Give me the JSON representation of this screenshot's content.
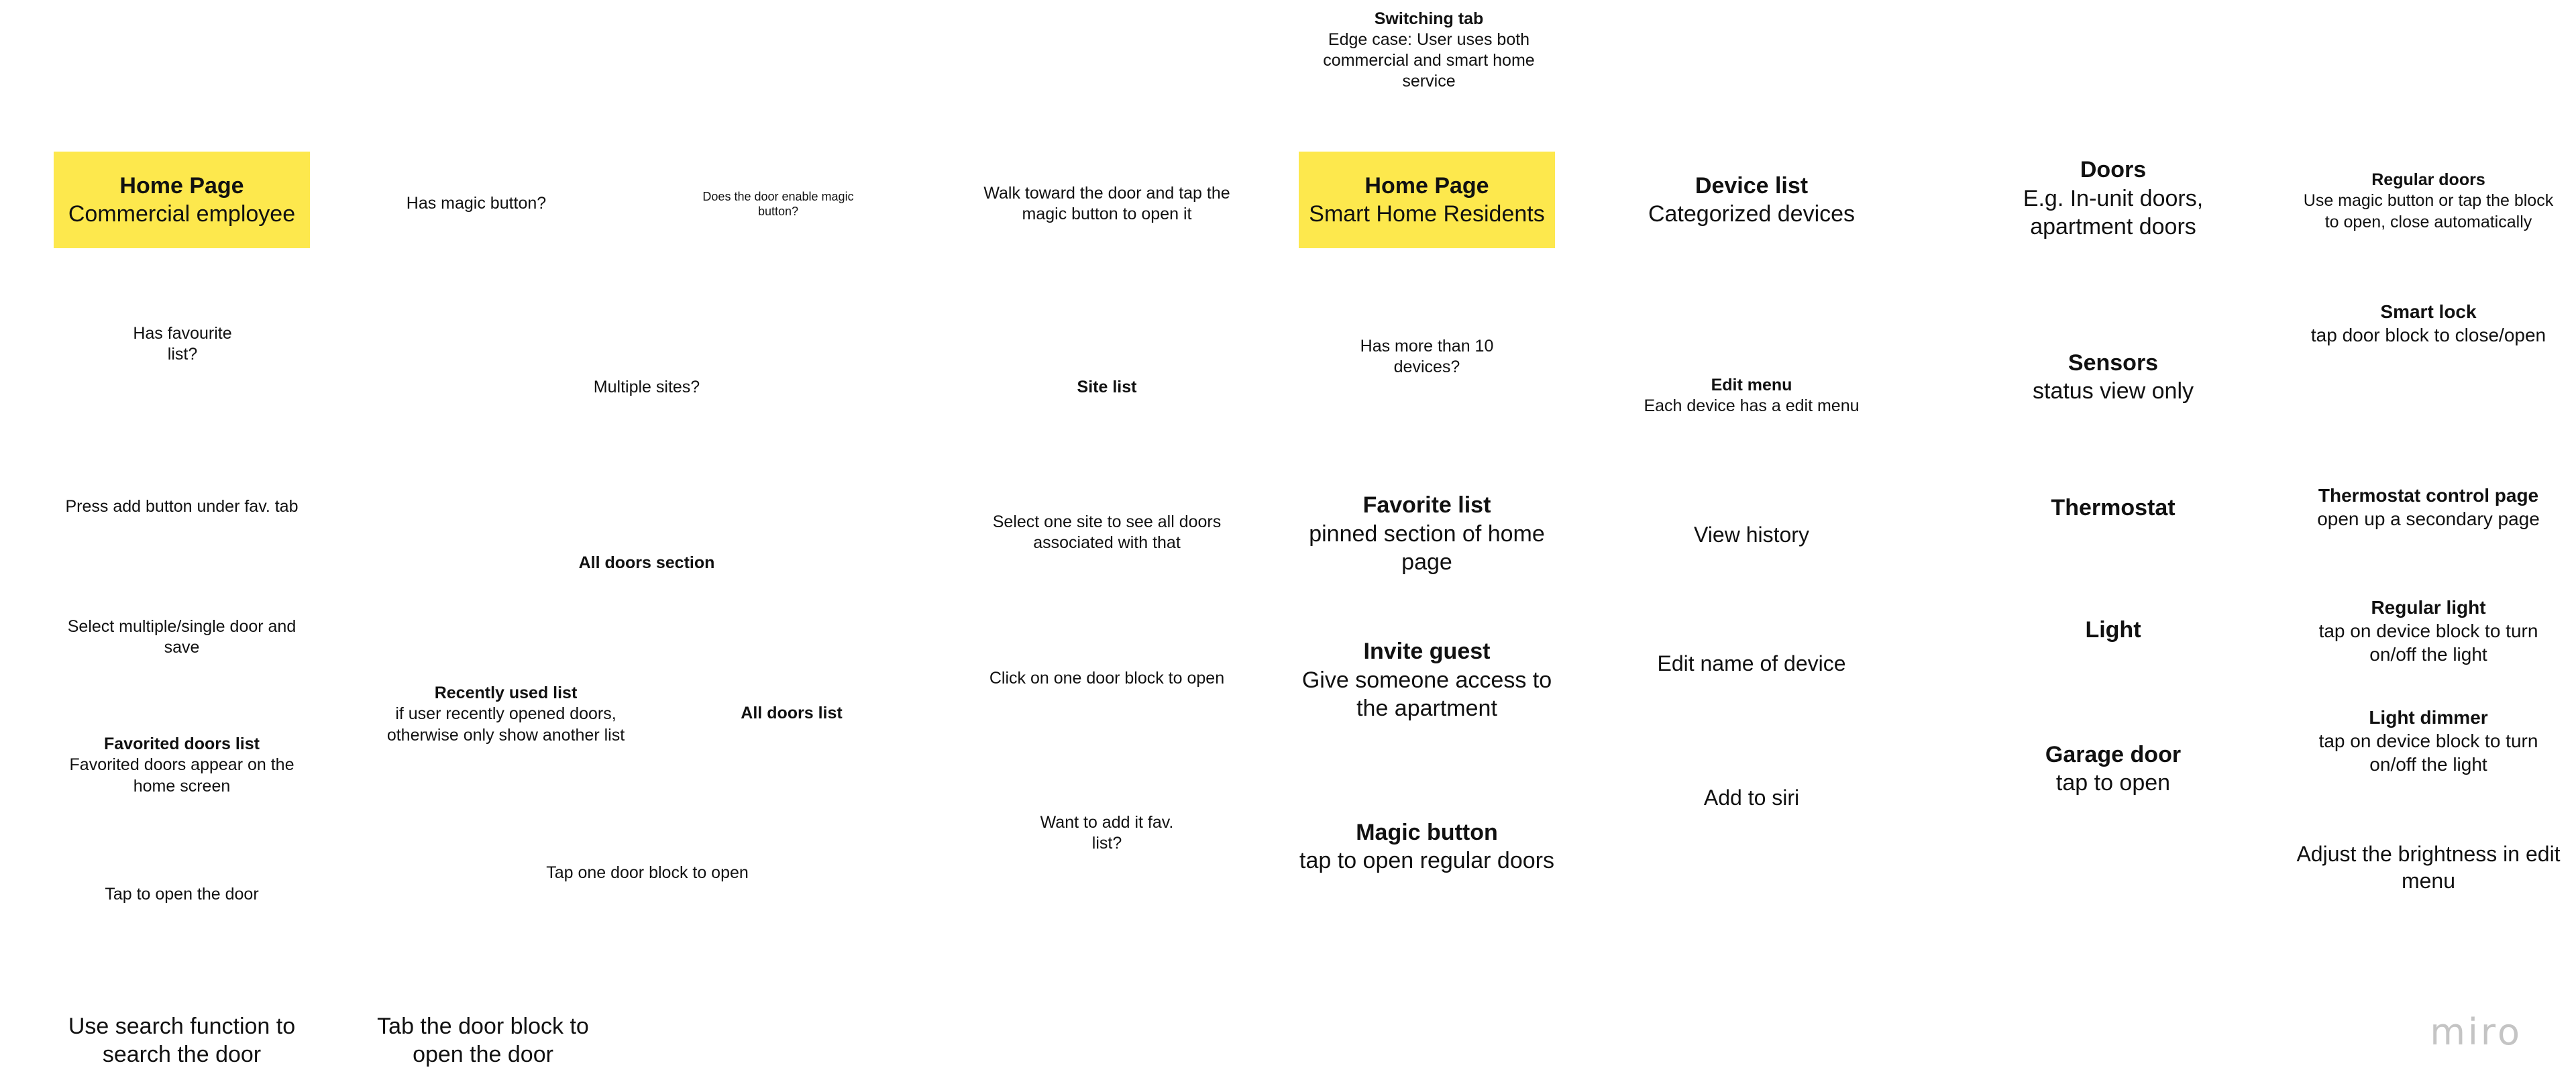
{
  "app": {
    "logo": "miro"
  },
  "nodes": {
    "switching_tab": {
      "title": "Switching tab",
      "body": "Edge case: User uses both commercial and smart home service"
    },
    "home_commercial": {
      "title": "Home Page",
      "body": "Commercial employee"
    },
    "has_magic_button": {
      "body": "Has magic button?"
    },
    "door_enable_magic": {
      "body": "Does the door enable magic button?"
    },
    "walk_toward_door": {
      "body": "Walk toward the door and tap the magic button to open it"
    },
    "home_smart": {
      "title": "Home Page",
      "body": "Smart Home Residents"
    },
    "device_list": {
      "title": "Device list",
      "body": "Categorized devices"
    },
    "doors": {
      "title": "Doors",
      "body": "E.g. In-unit doors, apartment doors"
    },
    "regular_doors": {
      "title": "Regular doors",
      "body": "Use magic button or tap the block to open, close automatically"
    },
    "has_favourite_list": {
      "body": "Has favourite list?"
    },
    "multiple_sites": {
      "body": "Multiple sites?"
    },
    "site_list": {
      "title": "Site list"
    },
    "more_than_10": {
      "body": "Has more than 10 devices?"
    },
    "edit_menu": {
      "title": "Edit menu",
      "body": "Each device has a edit menu"
    },
    "sensors": {
      "title": "Sensors",
      "body": "status view only"
    },
    "smart_lock": {
      "title": "Smart lock",
      "body": "tap door block to close/open"
    },
    "press_add_button": {
      "body": "Press add button under fav. tab"
    },
    "all_doors_section": {
      "title": "All doors section"
    },
    "select_one_site": {
      "body": "Select one site to see all doors associated with that"
    },
    "favorite_list": {
      "title": "Favorite list",
      "body": "pinned section of home page"
    },
    "view_history": {
      "body": "View history"
    },
    "thermostat": {
      "title": "Thermostat"
    },
    "thermostat_control": {
      "title": "Thermostat control page",
      "body": "open up a secondary page"
    },
    "select_multiple": {
      "body": "Select multiple/single door and save"
    },
    "light": {
      "title": "Light"
    },
    "regular_light": {
      "title": "Regular light",
      "body": "tap on device block to turn on/off the light"
    },
    "invite_guest": {
      "title": "Invite guest",
      "body": "Give someone access to the apartment"
    },
    "edit_name": {
      "body": "Edit name of device"
    },
    "click_one_door": {
      "body": "Click on one door block to open"
    },
    "recently_used": {
      "title": "Recently used list",
      "body": "if user recently opened doors, otherwise only show another list"
    },
    "all_doors_list": {
      "title": "All doors list"
    },
    "favorited_doors": {
      "title": "Favorited doors list",
      "body": "Favorited doors appear on the home screen"
    },
    "light_dimmer": {
      "title": "Light dimmer",
      "body": "tap on device block to turn on/off the light"
    },
    "garage_door": {
      "title": "Garage door",
      "body": "tap to open"
    },
    "add_to_siri": {
      "body": "Add to siri"
    },
    "want_add_fav": {
      "body": "Want to add it fav. list?"
    },
    "magic_button": {
      "title": "Magic button",
      "body": "tap to open regular doors"
    },
    "tap_one_door": {
      "body": "Tap one door block to open"
    },
    "adjust_brightness": {
      "body": "Adjust the brightness in edit menu"
    },
    "tap_open_door": {
      "body": "Tap to open the door"
    },
    "use_search": {
      "body": "Use search function to search the door"
    },
    "tab_door_block": {
      "body": "Tab the door block to open the door"
    }
  },
  "colors": {
    "sticky": "#fde84d",
    "background": "#ffffff",
    "logo": "#c4c4c4"
  }
}
